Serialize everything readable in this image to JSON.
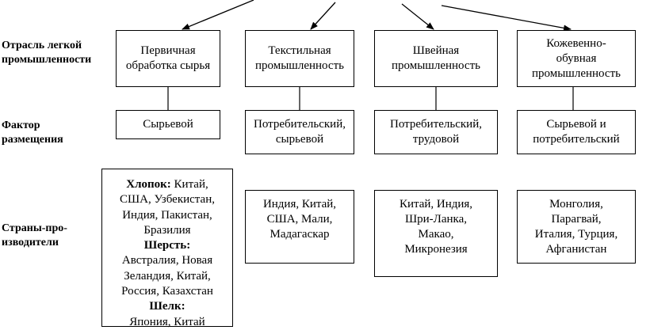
{
  "row_labels": {
    "branch": [
      "Отрасль легкой",
      "промышленности"
    ],
    "factor": [
      "Фактор",
      "размещения"
    ],
    "countries": [
      "Страны-про-",
      "изводители"
    ]
  },
  "branches": [
    {
      "lines": [
        "Первичная",
        "обработка сырья"
      ]
    },
    {
      "lines": [
        "Текстильная",
        "промышленность"
      ]
    },
    {
      "lines": [
        "Швейная",
        "промышленность"
      ]
    },
    {
      "lines": [
        "Кожевенно-",
        "обувная",
        "промышленность"
      ]
    }
  ],
  "factors": [
    {
      "lines": [
        "Сырьевой"
      ]
    },
    {
      "lines": [
        "Потребительский,",
        "сырьевой"
      ]
    },
    {
      "lines": [
        "Потребительский,",
        "трудовой"
      ]
    },
    {
      "lines": [
        "Сырьевой и",
        "потребительский"
      ]
    }
  ],
  "countries_first": {
    "cotton_label": "Хлопок:",
    "cotton_rest": " Китай,",
    "cotton_more": [
      "США, Узбекистан,",
      "Индия, Пакистан,",
      "Бразилия"
    ],
    "wool_label": "Шерсть:",
    "wool_more": [
      "Австралия, Новая",
      "Зеландия, Китай,",
      "Россия, Казахстан"
    ],
    "silk_label": "Шелк:",
    "silk_more": [
      "Япония, Китай"
    ]
  },
  "countries": [
    {
      "lines": [
        "Индия, Китай,",
        "США, Мали,",
        "Мадагаскар"
      ]
    },
    {
      "lines": [
        "Китай, Индия,",
        "Шри-Ланка,",
        "Макао,",
        "Микронезия"
      ]
    },
    {
      "lines": [
        "Монголия,",
        "Парагвай,",
        "Италия, Турция,",
        "Афганистан"
      ]
    }
  ]
}
